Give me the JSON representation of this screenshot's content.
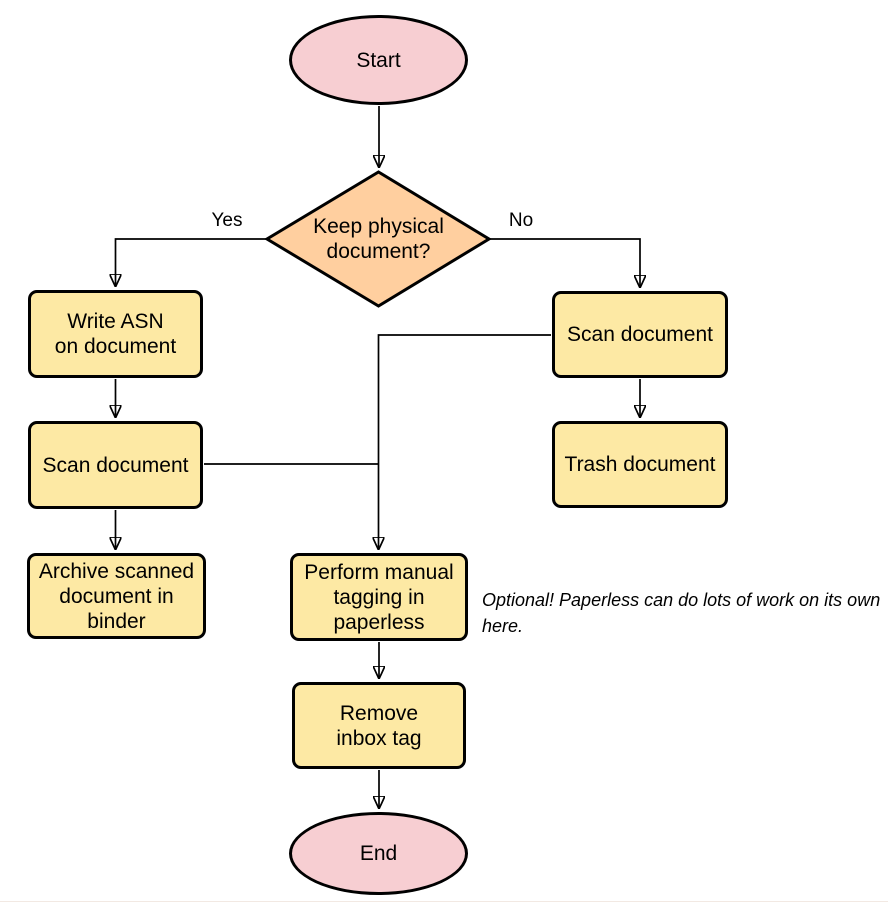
{
  "flowchart": {
    "nodes": {
      "start": "Start",
      "decision": "Keep physical\ndocument?",
      "write_asn": "Write ASN\non document",
      "scan_left": "Scan document",
      "archive": "Archive scanned\ndocument in\nbinder",
      "scan_right": "Scan document",
      "trash": "Trash document",
      "tagging": "Perform manual\ntagging in\npaperless",
      "remove_inbox": "Remove\ninbox tag",
      "end": "End"
    },
    "edge_labels": {
      "yes": "Yes",
      "no": "No"
    },
    "edges": [
      {
        "from": "start",
        "to": "decision",
        "label": ""
      },
      {
        "from": "decision",
        "to": "write_asn",
        "label": "Yes"
      },
      {
        "from": "decision",
        "to": "scan_right",
        "label": "No"
      },
      {
        "from": "write_asn",
        "to": "scan_left",
        "label": ""
      },
      {
        "from": "scan_left",
        "to": "archive",
        "label": ""
      },
      {
        "from": "scan_left",
        "to": "tagging",
        "label": ""
      },
      {
        "from": "scan_right",
        "to": "trash",
        "label": ""
      },
      {
        "from": "scan_right",
        "to": "tagging",
        "label": ""
      },
      {
        "from": "tagging",
        "to": "remove_inbox",
        "label": ""
      },
      {
        "from": "remove_inbox",
        "to": "end",
        "label": ""
      }
    ],
    "annotation": "Optional! Paperless can do lots of work on its own here.",
    "colors": {
      "terminal_fill": "#f7ced2",
      "decision_fill": "#ffcf9f",
      "process_fill": "#fde9a4",
      "stroke": "#000000",
      "canvas_bg": "#ffffff",
      "bottom_edge_line": "#f2e9e3"
    }
  }
}
